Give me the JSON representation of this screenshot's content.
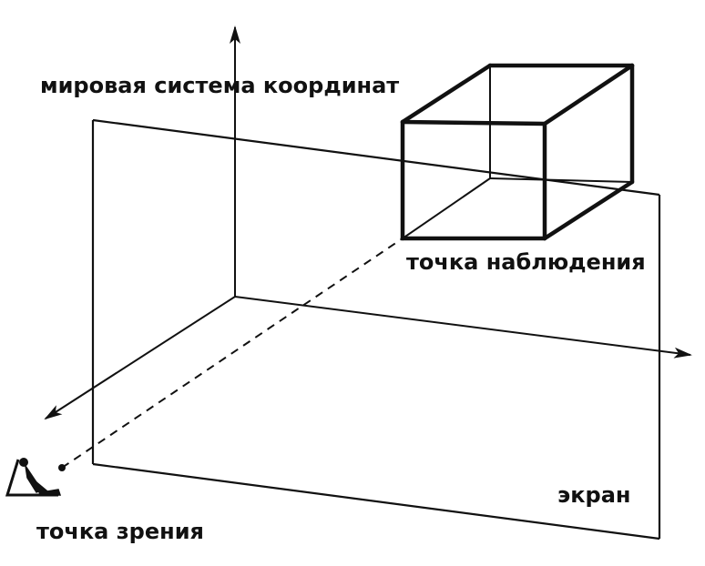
{
  "labels": {
    "world_coordinate_system": "мировая система координат",
    "view_point": "точка наблюдения",
    "screen": "экран",
    "eye_point": "точка зрения"
  },
  "colors": {
    "ink": "#111111",
    "background": "#ffffff"
  },
  "icons": {
    "observer": "seated-observer-icon"
  }
}
